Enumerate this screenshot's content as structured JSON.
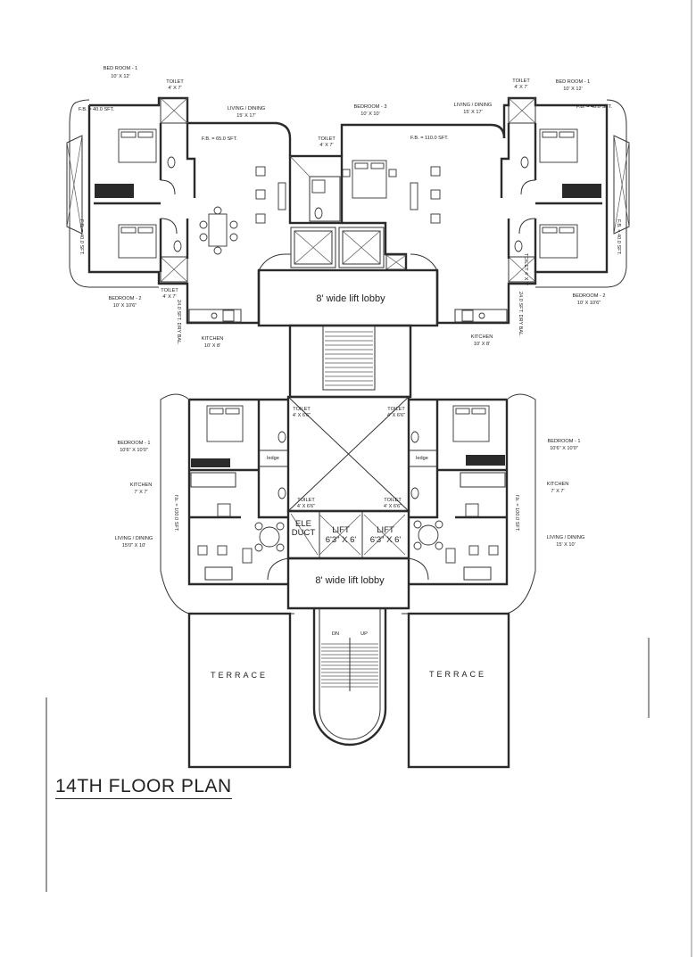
{
  "title": "14TH FLOOR PLAN",
  "upper": {
    "left_bedroom1": "BED ROOM - 1",
    "left_bedroom1_size": "10' X 12'",
    "left_toilet_top": "TOILET",
    "left_toilet_top_size": "4' X 7'",
    "left_fb_40": "F.B. = 40.0 SFT.",
    "left_fb_65": "F.B. = 65.0 SFT.",
    "left_living": "LIVING / DINING",
    "left_living_size": "15' X 17'",
    "left_fb_side": "F.B. = 40.0 SFT.",
    "left_bedroom2": "BEDROOM - 2",
    "left_bedroom2_size": "10' X 10'6\"",
    "left_toilet_bottom": "TOILET",
    "left_toilet_bottom_size": "4' X 7'",
    "left_drybal": "24.0 SFT. DRY BAL.",
    "left_kitchen": "KITCHEN",
    "left_kitchen_size": "10' X 8'",
    "center_toilet": "TOILET",
    "center_toilet_size": "4' X 7'",
    "bedroom3": "BEDROOM - 3",
    "bedroom3_size": "10' X 10'",
    "right_fb_110": "F.B. = 110.0 SFT.",
    "right_living": "LIVING / DINING",
    "right_living_size": "15' X 17'",
    "right_toilet_top": "TOILET",
    "right_toilet_top_size": "4' X 7'",
    "right_bedroom1": "BED ROOM - 1",
    "right_bedroom1_size": "10' X 12'",
    "right_fb_40": "F.B. = 40.0 SFT.",
    "right_fb_side": "F.B. = 40.0 SFT.",
    "right_toilet_side": "TOILET 4' X 7'",
    "right_bedroom2": "BEDROOM - 2",
    "right_bedroom2_size": "10' X 10'6\"",
    "right_drybal": "24.0 SFT. DRY BAL.",
    "right_kitchen": "KITCHEN",
    "right_kitchen_size": "10' X 8'",
    "lobby": "8' wide lift lobby"
  },
  "lower": {
    "left_toilet1": "TOILET",
    "left_toilet1_size": "4' X 6'6\"",
    "right_toilet1": "TOILET",
    "right_toilet1_size": "4' X 6'6\"",
    "left_bedroom": "BEDROOM - 1",
    "left_bedroom_size": "10'6\" X 10'0\"",
    "right_bedroom": "BEDROOM - 1",
    "right_bedroom_size": "10'6\" X 10'0\"",
    "left_ledge": "ledge",
    "right_ledge": "ledge",
    "left_kitchen": "KITCHEN",
    "left_kitchen_size": "7' X 7'",
    "right_kitchen": "KITCHEN",
    "right_kitchen_size": "7' X 7'",
    "left_toilet2": "TOILET",
    "left_toilet2_size": "4' X 6'6\"",
    "right_toilet2": "TOILET",
    "right_toilet2_size": "4' X 6'6\"",
    "left_fb": "f.b. = 100.0 SFT.",
    "right_fb": "f.b. = 100.0 SFT.",
    "ele_duct_1": "ELE",
    "ele_duct_2": "DUCT",
    "lift1": "LIFT",
    "lift1_size": "6'3\" X 6'",
    "lift2": "LIFT",
    "lift2_size": "6'3\" X 6'",
    "left_living": "LIVING / DINING",
    "left_living_size": "15'0\" X 10'",
    "right_living": "LIVING / DINING",
    "right_living_size": "15' X 10'",
    "lobby": "8' wide lift lobby",
    "dn": "DN",
    "up": "UP",
    "left_terrace": "TERRACE",
    "right_terrace": "TERRACE"
  }
}
